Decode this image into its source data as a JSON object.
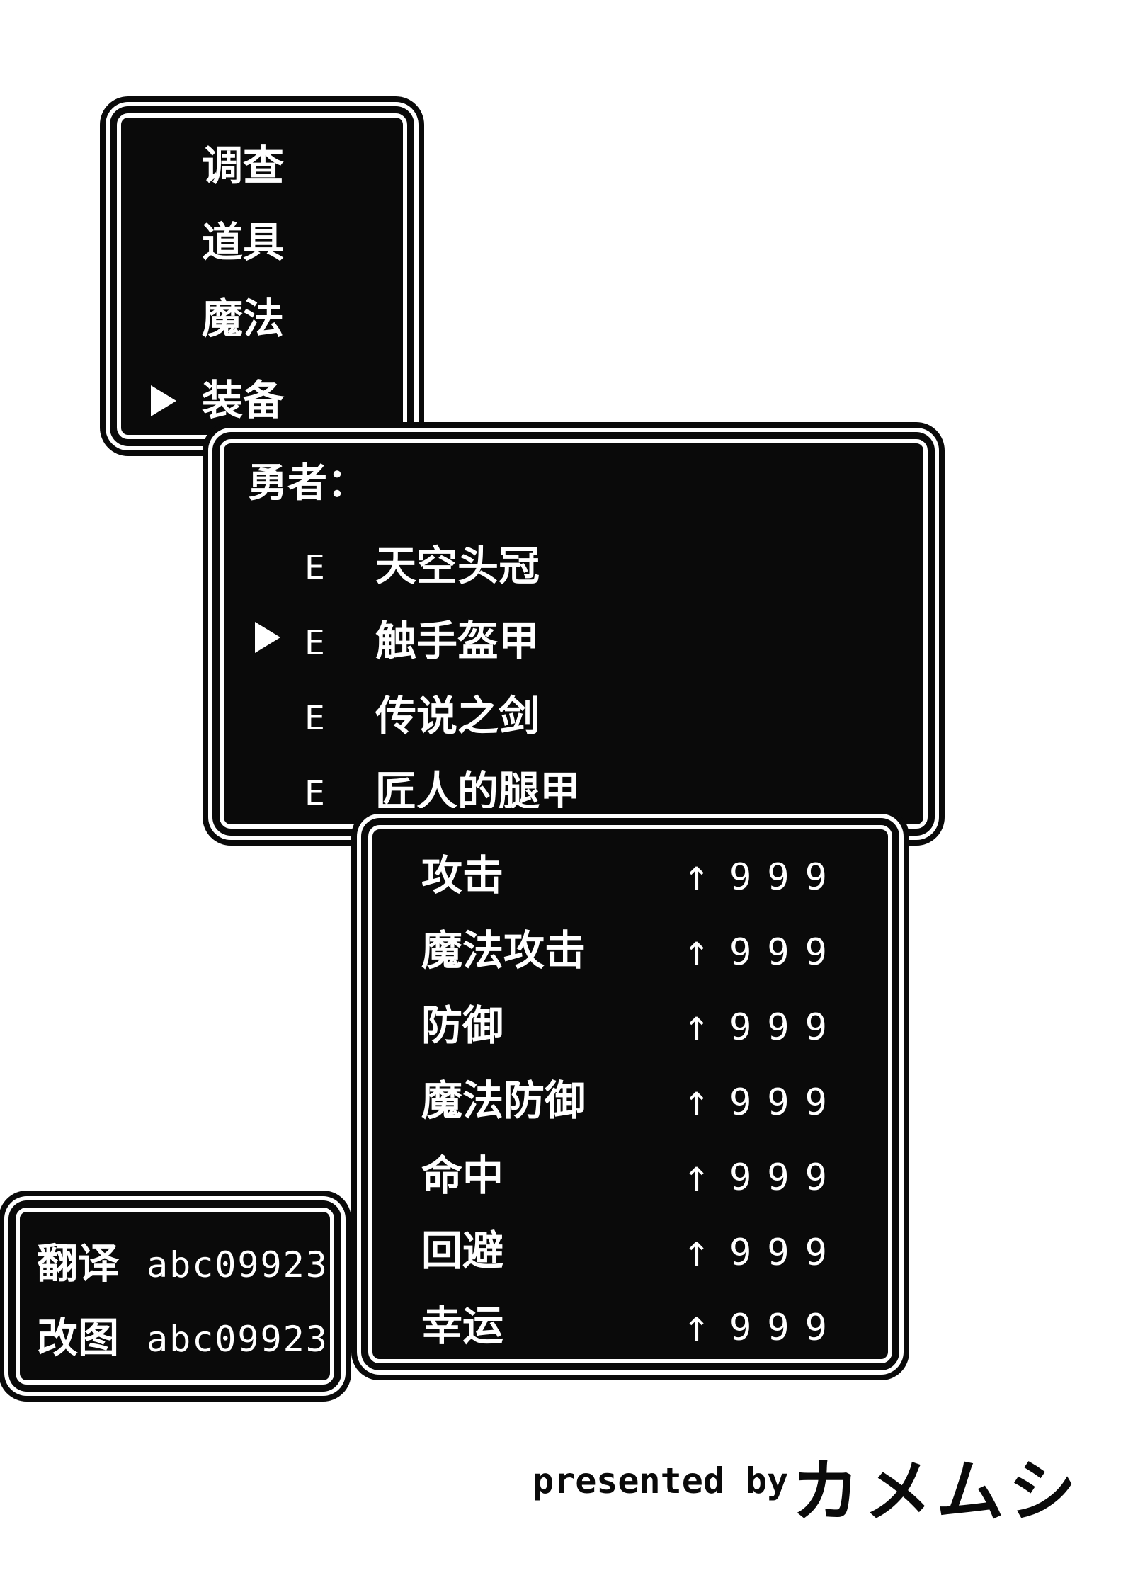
{
  "command_menu": {
    "items": [
      "调查",
      "道具",
      "魔法",
      "装备"
    ],
    "selected_index": 3
  },
  "equipment_menu": {
    "character": "勇者：",
    "slot_marker": "E",
    "items": [
      "天空头冠",
      "触手盔甲",
      "传说之剑",
      "匠人的腿甲"
    ],
    "selected_index": 1
  },
  "stats_panel": {
    "arrow": "↑",
    "stats": [
      {
        "name": "攻击",
        "value": "999"
      },
      {
        "name": "魔法攻击",
        "value": "999"
      },
      {
        "name": "防御",
        "value": "999"
      },
      {
        "name": "魔法防御",
        "value": "999"
      },
      {
        "name": "命中",
        "value": "999"
      },
      {
        "name": "回避",
        "value": "999"
      },
      {
        "name": "幸运",
        "value": "999"
      }
    ]
  },
  "credits": {
    "translate_label": "翻译",
    "translate_value": "abc09923",
    "edit_label": "改图",
    "edit_value": "abc09923"
  },
  "footer": {
    "presented_by": "presented by",
    "author": "カメムシ"
  }
}
